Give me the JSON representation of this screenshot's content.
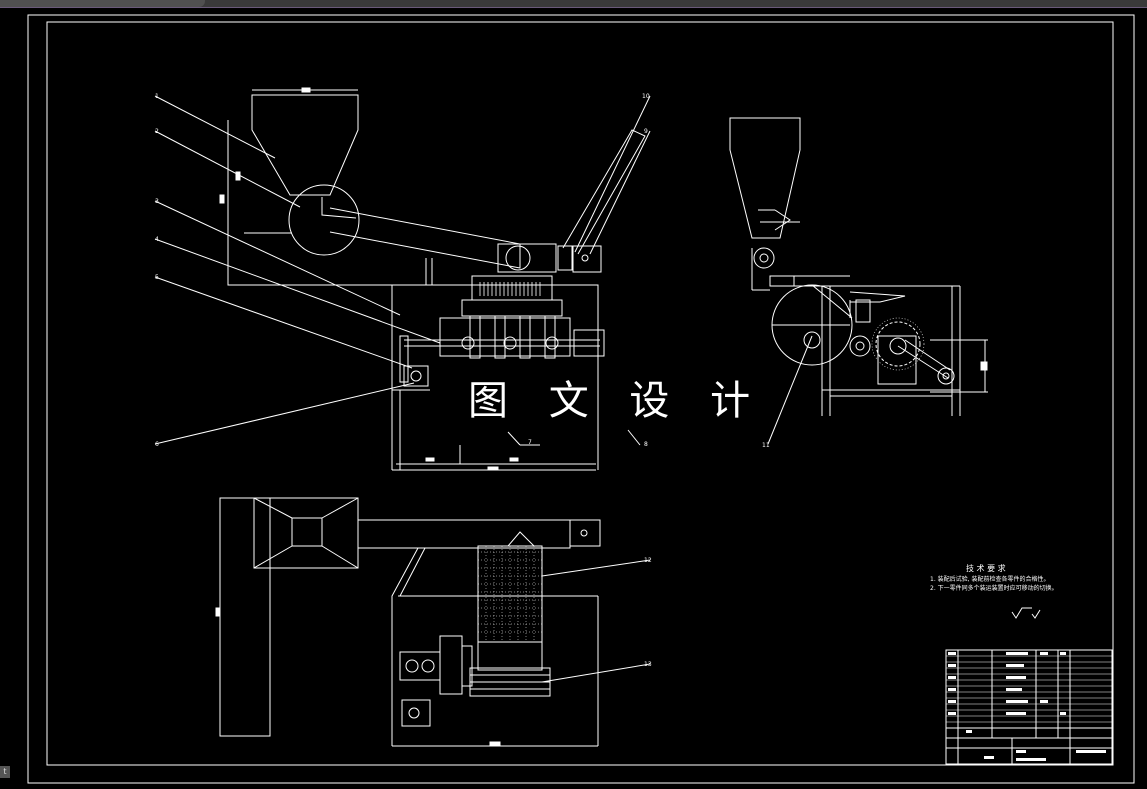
{
  "drawing": {
    "watermark": "图 文 设 计",
    "technical_requirements": {
      "title": "技 术 要 求",
      "lines": [
        "1. 装配后试验, 装配前检查各零件的合格性。",
        "2. 下一零件同多个装运装置时应可移动的切换。"
      ]
    },
    "part_labels": [
      "1",
      "2",
      "3",
      "4",
      "5",
      "6",
      "7",
      "8",
      "9",
      "10",
      "11",
      "12",
      "13"
    ],
    "ucs_label": "t",
    "line_color": "#ffffff"
  }
}
